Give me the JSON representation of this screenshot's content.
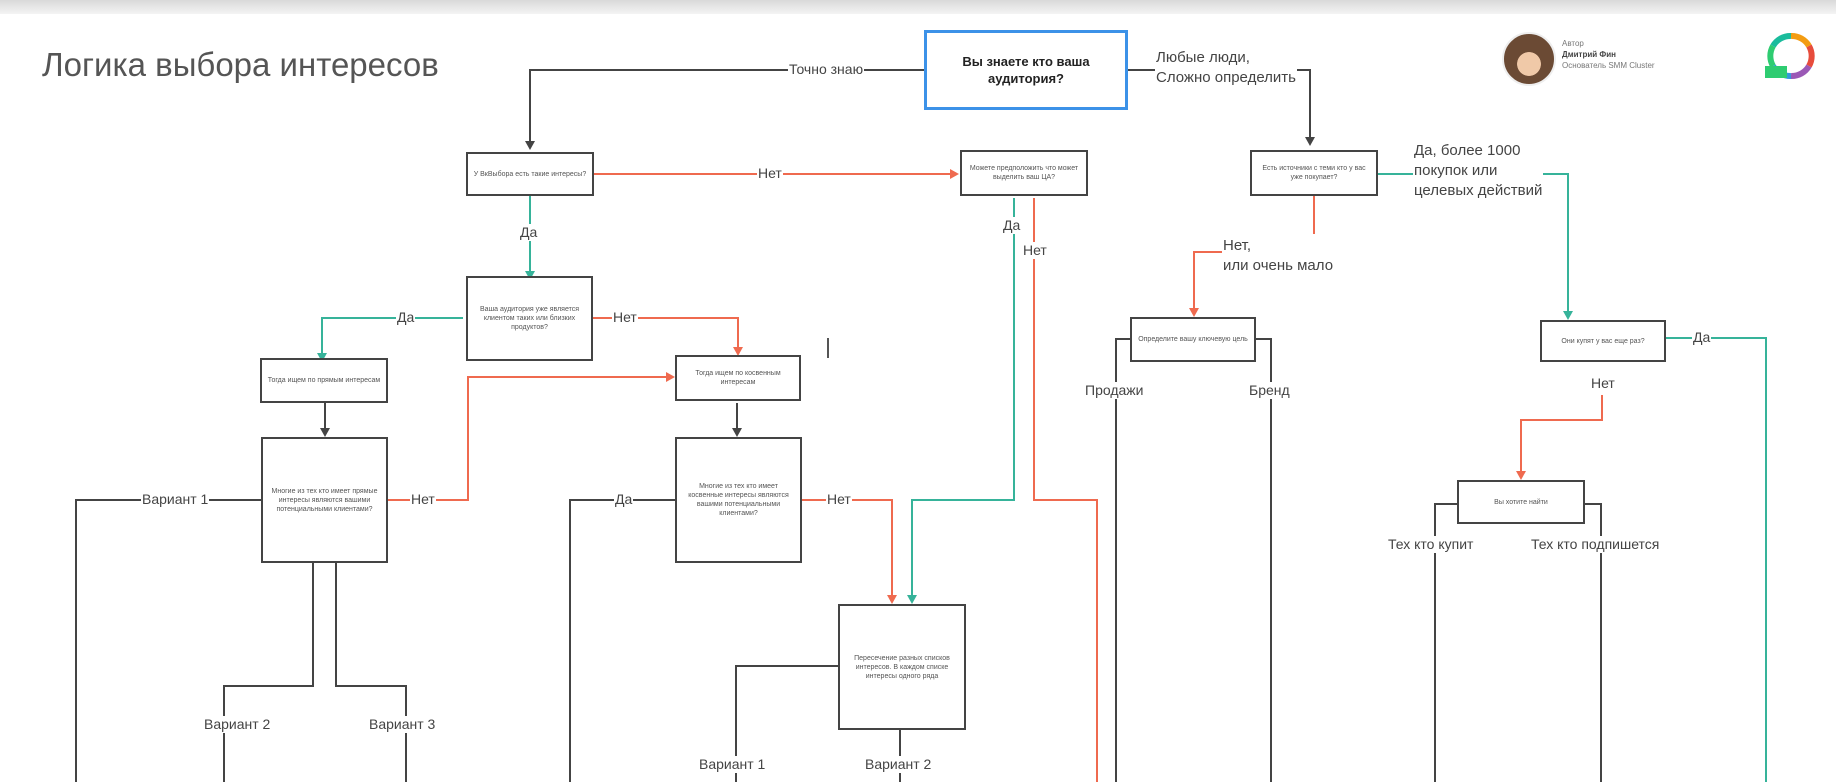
{
  "page_title": "Логика выбора интересов",
  "author": {
    "caption": "Автор",
    "name": "Дмитрий Фин",
    "role": "Основатель SMM Cluster"
  },
  "colors": {
    "main_border": "#3c92e8",
    "yes": "#36b39a",
    "no": "#ef6a4f",
    "neutral": "#444444"
  },
  "nodes": {
    "q_audience": "Вы знаете кто ваша аудитория?",
    "q_vk_interests": "У ВкВыбора есть такие интересы?",
    "q_audience_same": "Ваша аудитория уже является клиентом таких или близких продуктов?",
    "direct_interests": "Тогда ищем по прямым интересам",
    "indirect_interests": "Тогда ищем по косвенным интересам",
    "q_many_direct": "Многие из тех кто имеет прямые интересы являются вашими потенциальными клиентами?",
    "q_many_indirect": "Многие из тех кто имеет косвенные интересы являются вашими потенциальными клиентами?",
    "q_can_guess": "Можете предположить что может выделить ваш ЦА?",
    "intersection": "Пересечение разных списков интересов. В каждом списке интересы одного ряда",
    "q_sources": "Есть источники с теми кто у вас уже покупает?",
    "q_goal": "Определите вашу ключевую цель",
    "q_buys_again": "Они купят у вас еще раз?",
    "q_find_whom": "Вы хотите найти"
  },
  "labels": {
    "know_exactly": "Точно знаю",
    "anyone": "Любые люди,\nСложно определить",
    "no_1": "Нет",
    "yes_1": "Да",
    "yes_2": "Да",
    "no_2": "Нет",
    "variant_1": "Вариант 1",
    "no_3": "Нет",
    "variant_2": "Вариант 2",
    "variant_3": "Вариант 3",
    "yes_3": "Да",
    "no_4": "Нет",
    "yes_4": "Да",
    "no_5": "Нет",
    "variant_1b": "Вариант 1",
    "variant_2b": "Вариант 2",
    "no_few": "Нет,\nили очень мало",
    "yes_1000": "Да, более 1000\nпокупок или\nцелевых действий",
    "sales": "Продажи",
    "brand": "Бренд",
    "yes_5": "Да",
    "no_6": "Нет",
    "who_buys": "Тех кто купит",
    "who_subscribes": "Тех кто подпишется"
  }
}
